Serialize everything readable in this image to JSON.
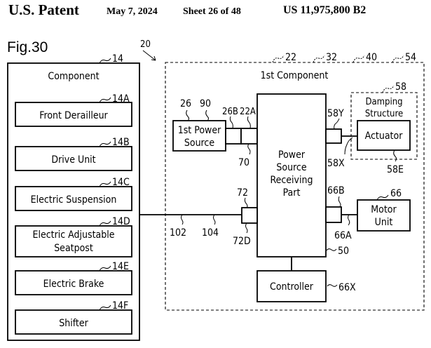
{
  "header": {
    "left": "U.S. Patent",
    "date": "May 7, 2024",
    "sheet": "Sheet 26 of 48",
    "number": "US 11,975,800 B2"
  },
  "figure": {
    "title": "Fig.30",
    "system_ref": "20",
    "component_group": {
      "ref": "14",
      "title": "Component",
      "items": [
        {
          "ref": "14A",
          "lines": [
            "Front Derailleur"
          ]
        },
        {
          "ref": "14B",
          "lines": [
            "Drive Unit"
          ]
        },
        {
          "ref": "14C",
          "lines": [
            "Electric Suspension"
          ]
        },
        {
          "ref": "14D",
          "lines": [
            "Electric Adjustable",
            "Seatpost"
          ]
        },
        {
          "ref": "14E",
          "lines": [
            "Electric Brake"
          ]
        },
        {
          "ref": "14F",
          "lines": [
            "Shifter"
          ]
        }
      ]
    },
    "first_component": {
      "title": "1st Component",
      "refs": [
        "22",
        "32",
        "40",
        "54"
      ]
    },
    "power_source": {
      "refs": [
        "26",
        "90"
      ],
      "lines": [
        "1st Power",
        "Source"
      ],
      "connector_refs": [
        "26B",
        "22A"
      ],
      "joint_ref": "70"
    },
    "receiving_part": {
      "ref": "50",
      "lines": [
        "Power",
        "Source",
        "Receiving",
        "Part"
      ]
    },
    "damping": {
      "ref": "58",
      "lines": [
        "Damping",
        "Structure"
      ],
      "connector_ref": "58Y",
      "cable_ref": "58X",
      "actuator_ref": "58E",
      "actuator_label": "Actuator"
    },
    "motor": {
      "ref": "66",
      "lines": [
        "Motor",
        "Unit"
      ],
      "connector_ref": "66B",
      "cable_ref": "66A"
    },
    "controller": {
      "ref": "66X",
      "label": "Controller"
    },
    "cable": {
      "refs": [
        "102",
        "104"
      ],
      "connector_ref": "72",
      "connector_sub_ref": "72D"
    }
  }
}
